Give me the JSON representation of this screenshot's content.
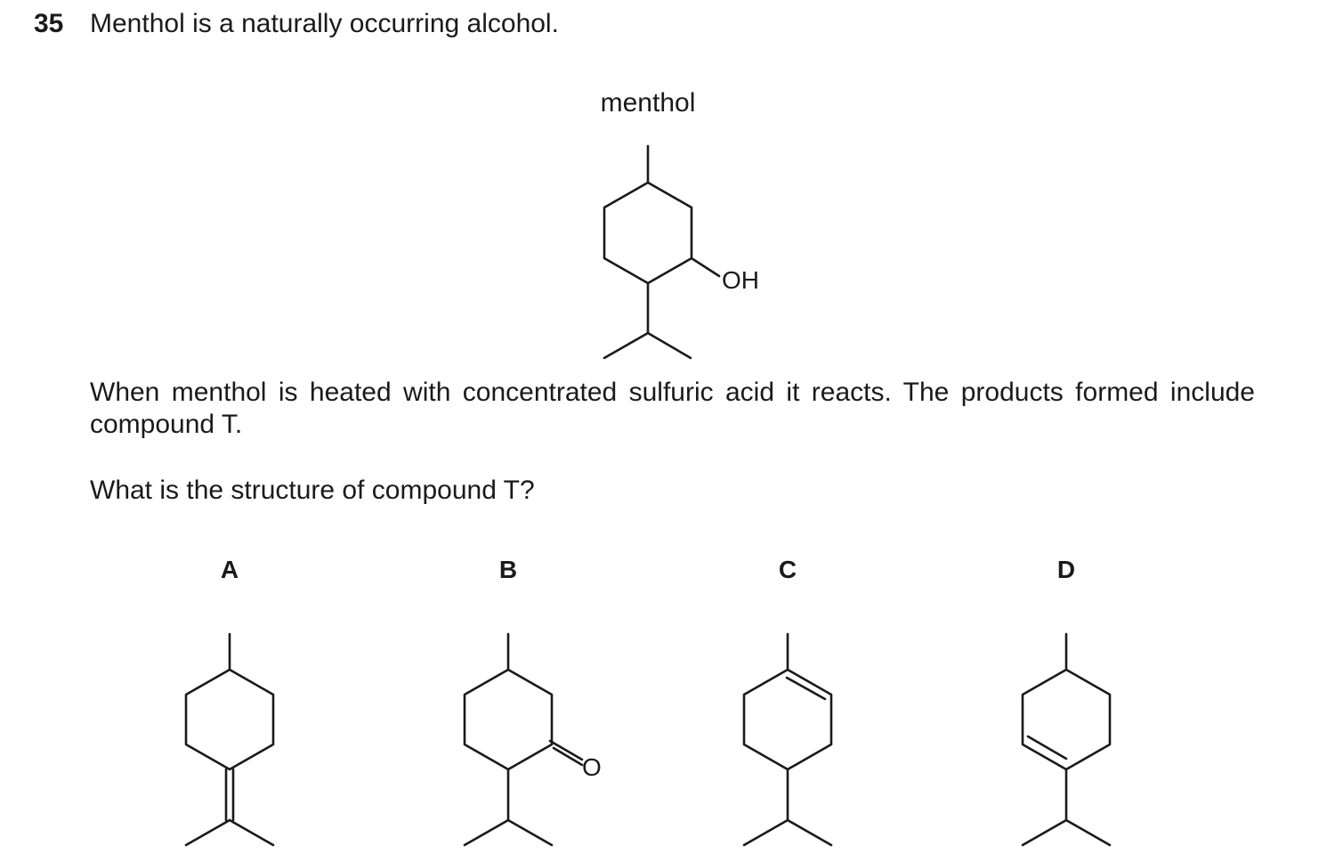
{
  "question": {
    "number": "35",
    "stem": "Menthol is a naturally occurring alcohol.",
    "structure_label": "menthol",
    "oh_label": "OH",
    "paragraph_reaction": "When menthol is heated with concentrated sulfuric acid it reacts. The products formed include compound T.",
    "paragraph_ask": "What is the structure of compound T?"
  },
  "options": [
    {
      "letter": "A",
      "description": "4-methyl ring with exocyclic C=C to isopropylidene"
    },
    {
      "letter": "B",
      "description": "ketone: C=O on ring carbon adjacent to isopropyl",
      "atom_label": "O"
    },
    {
      "letter": "C",
      "description": "ring double bond adjacent to methyl-bearing carbon"
    },
    {
      "letter": "D",
      "description": "ring double bond adjacent to isopropyl-bearing carbon"
    }
  ]
}
